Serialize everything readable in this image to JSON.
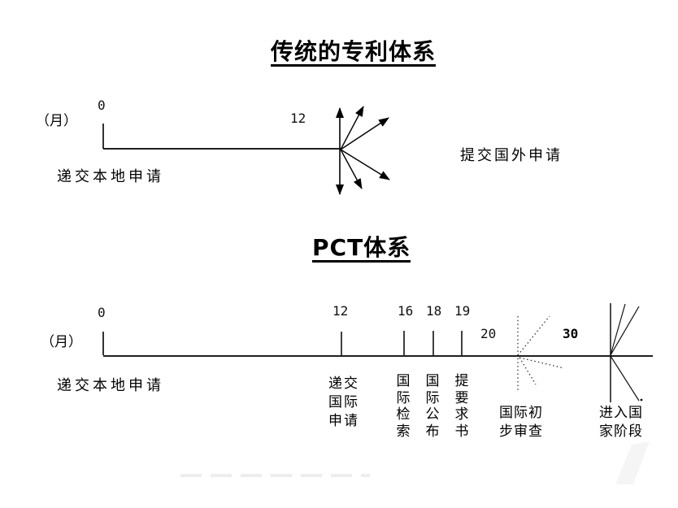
{
  "colors": {
    "background": "#ffffff",
    "ink": "#000000"
  },
  "traditional": {
    "title": "传统的专利体系",
    "unit_label": "（月）",
    "tick_0": "0",
    "tick_12": "12",
    "label_local_filing": "递交本地申请",
    "label_foreign_filing": "提交国外申请"
  },
  "pct": {
    "title": "PCT体系",
    "unit_label": "（月）",
    "tick_0": "0",
    "tick_12": "12",
    "tick_16": "16",
    "tick_18": "18",
    "tick_19": "19",
    "tick_20": "20",
    "tick_30": "30",
    "label_local_filing": "递交本地申请",
    "label_intl_filing": "递交\n国际\n申请",
    "label_intl_search": "国\n际\n检\n索",
    "label_intl_publication": "国\n际\n公\n布",
    "label_demand": "提\n要\n求\n书",
    "label_preliminary_exam": "国际初\n步审查",
    "label_national_phase": "进入国\n家阶段"
  }
}
